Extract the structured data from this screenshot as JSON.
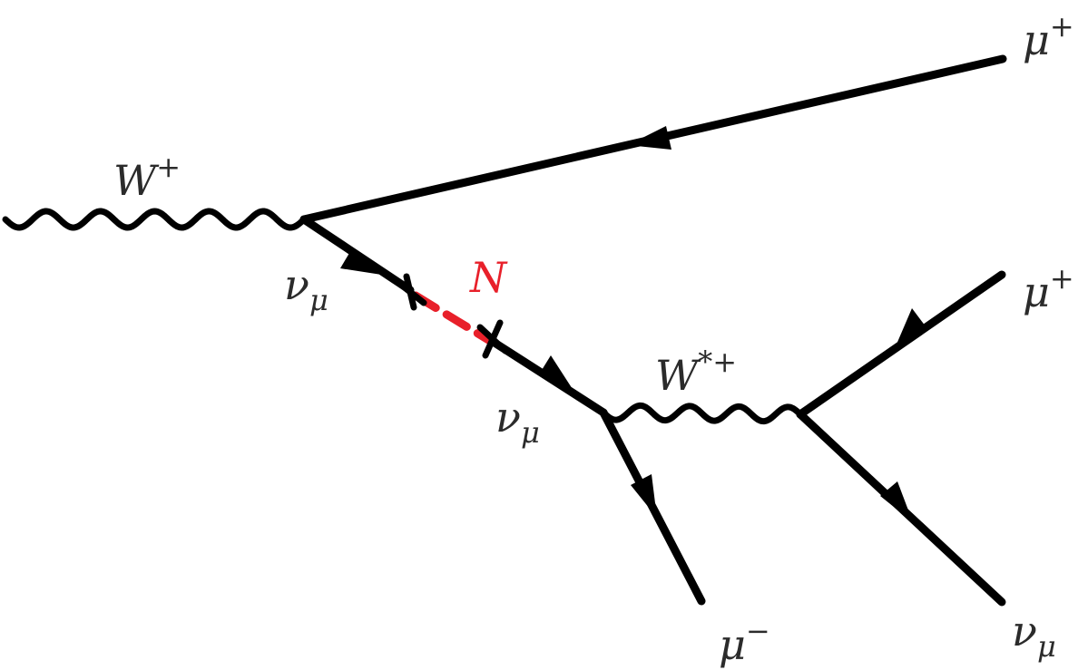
{
  "diagram": {
    "colors": {
      "line": "#000000",
      "text": "#2b2b2b",
      "sterile_neutrino": "#e8202a"
    },
    "labels": {
      "w_in": {
        "base": "W",
        "sup": "+",
        "sub": ""
      },
      "mu_plus_top": {
        "base": "μ",
        "sup": "+",
        "sub": ""
      },
      "nu_mu_1": {
        "base": "ν",
        "sup": "",
        "sub": "μ"
      },
      "n": {
        "base": "N",
        "sup": "",
        "sub": ""
      },
      "nu_mu_2": {
        "base": "ν",
        "sup": "",
        "sub": "μ"
      },
      "w_star": {
        "base": "W",
        "sup": "*+",
        "sub": ""
      },
      "mu_plus_right": {
        "base": "μ",
        "sup": "+",
        "sub": ""
      },
      "mu_minus": {
        "base": "μ",
        "sup": "−",
        "sub": ""
      },
      "nu_mu_out": {
        "base": "ν",
        "sup": "",
        "sub": "μ"
      }
    }
  }
}
